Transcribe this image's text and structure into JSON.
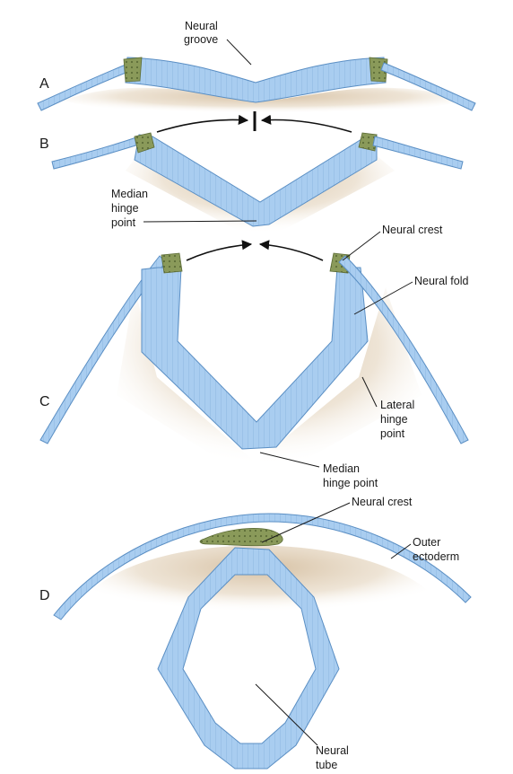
{
  "stages": [
    "A",
    "B",
    "C",
    "D"
  ],
  "labels": {
    "neural_groove": [
      "Neural",
      "groove"
    ],
    "median_hinge_point_b": [
      "Median",
      "hinge",
      "point"
    ],
    "neural_crest_c": "Neural crest",
    "neural_fold": "Neural fold",
    "lateral_hinge_point": [
      "Lateral",
      "hinge",
      "point"
    ],
    "median_hinge_point_c": [
      "Median",
      "hinge point"
    ],
    "neural_crest_d": "Neural crest",
    "outer_ectoderm": [
      "Outer",
      "ectoderm"
    ],
    "neural_tube": [
      "Neural",
      "tube"
    ]
  },
  "colors": {
    "tissue_fill": "#a9cdf0",
    "tissue_edge": "#5b8fc4",
    "cell_line": "#7fa9d6",
    "neural_crest": "#8a9a5a",
    "shadow": "#c8ab84",
    "text": "#1a1a1a"
  }
}
